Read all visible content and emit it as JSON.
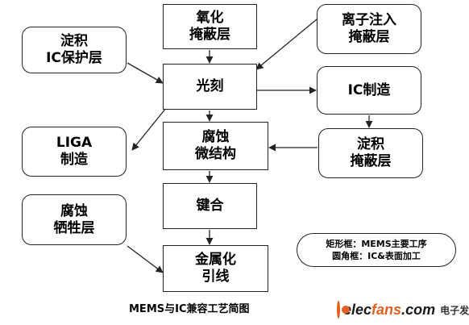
{
  "diagram": {
    "boxes": {
      "oxide_mask": {
        "lines": [
          "氧化",
          "掩蔽层"
        ]
      },
      "deposit_ic_protect": {
        "lines": [
          "淀积",
          "IC保护层"
        ]
      },
      "ion_implant_mask": {
        "lines": [
          "离子注入",
          "掩蔽层"
        ]
      },
      "lithography": {
        "lines": [
          "光刻"
        ]
      },
      "ic_fabrication": {
        "lines": [
          "IC制造"
        ]
      },
      "liga": {
        "lines": [
          "LIGA",
          "制造"
        ]
      },
      "etch_microstructure": {
        "lines": [
          "腐蚀",
          "微结构"
        ]
      },
      "deposit_mask": {
        "lines": [
          "淀积",
          "掩蔽层"
        ]
      },
      "bonding": {
        "lines": [
          "键合"
        ]
      },
      "etch_sacrificial": {
        "lines": [
          "腐蚀",
          "牺牲层"
        ]
      },
      "metallization": {
        "lines": [
          "金属化",
          "引线"
        ]
      }
    },
    "legend": {
      "rect_meaning": "矩形框：MEMS主要工序",
      "round_meaning": "圆角框：IC&表面加工"
    },
    "caption": "MEMS与IC兼容工艺简图",
    "watermark": {
      "brand_part1": "elec",
      "brand_part2": "fans",
      "brand_part3": ".com",
      "cn_text": "电子发烧友"
    },
    "colors": {
      "line": "#222222",
      "watermark_accent": "#e06020"
    }
  }
}
